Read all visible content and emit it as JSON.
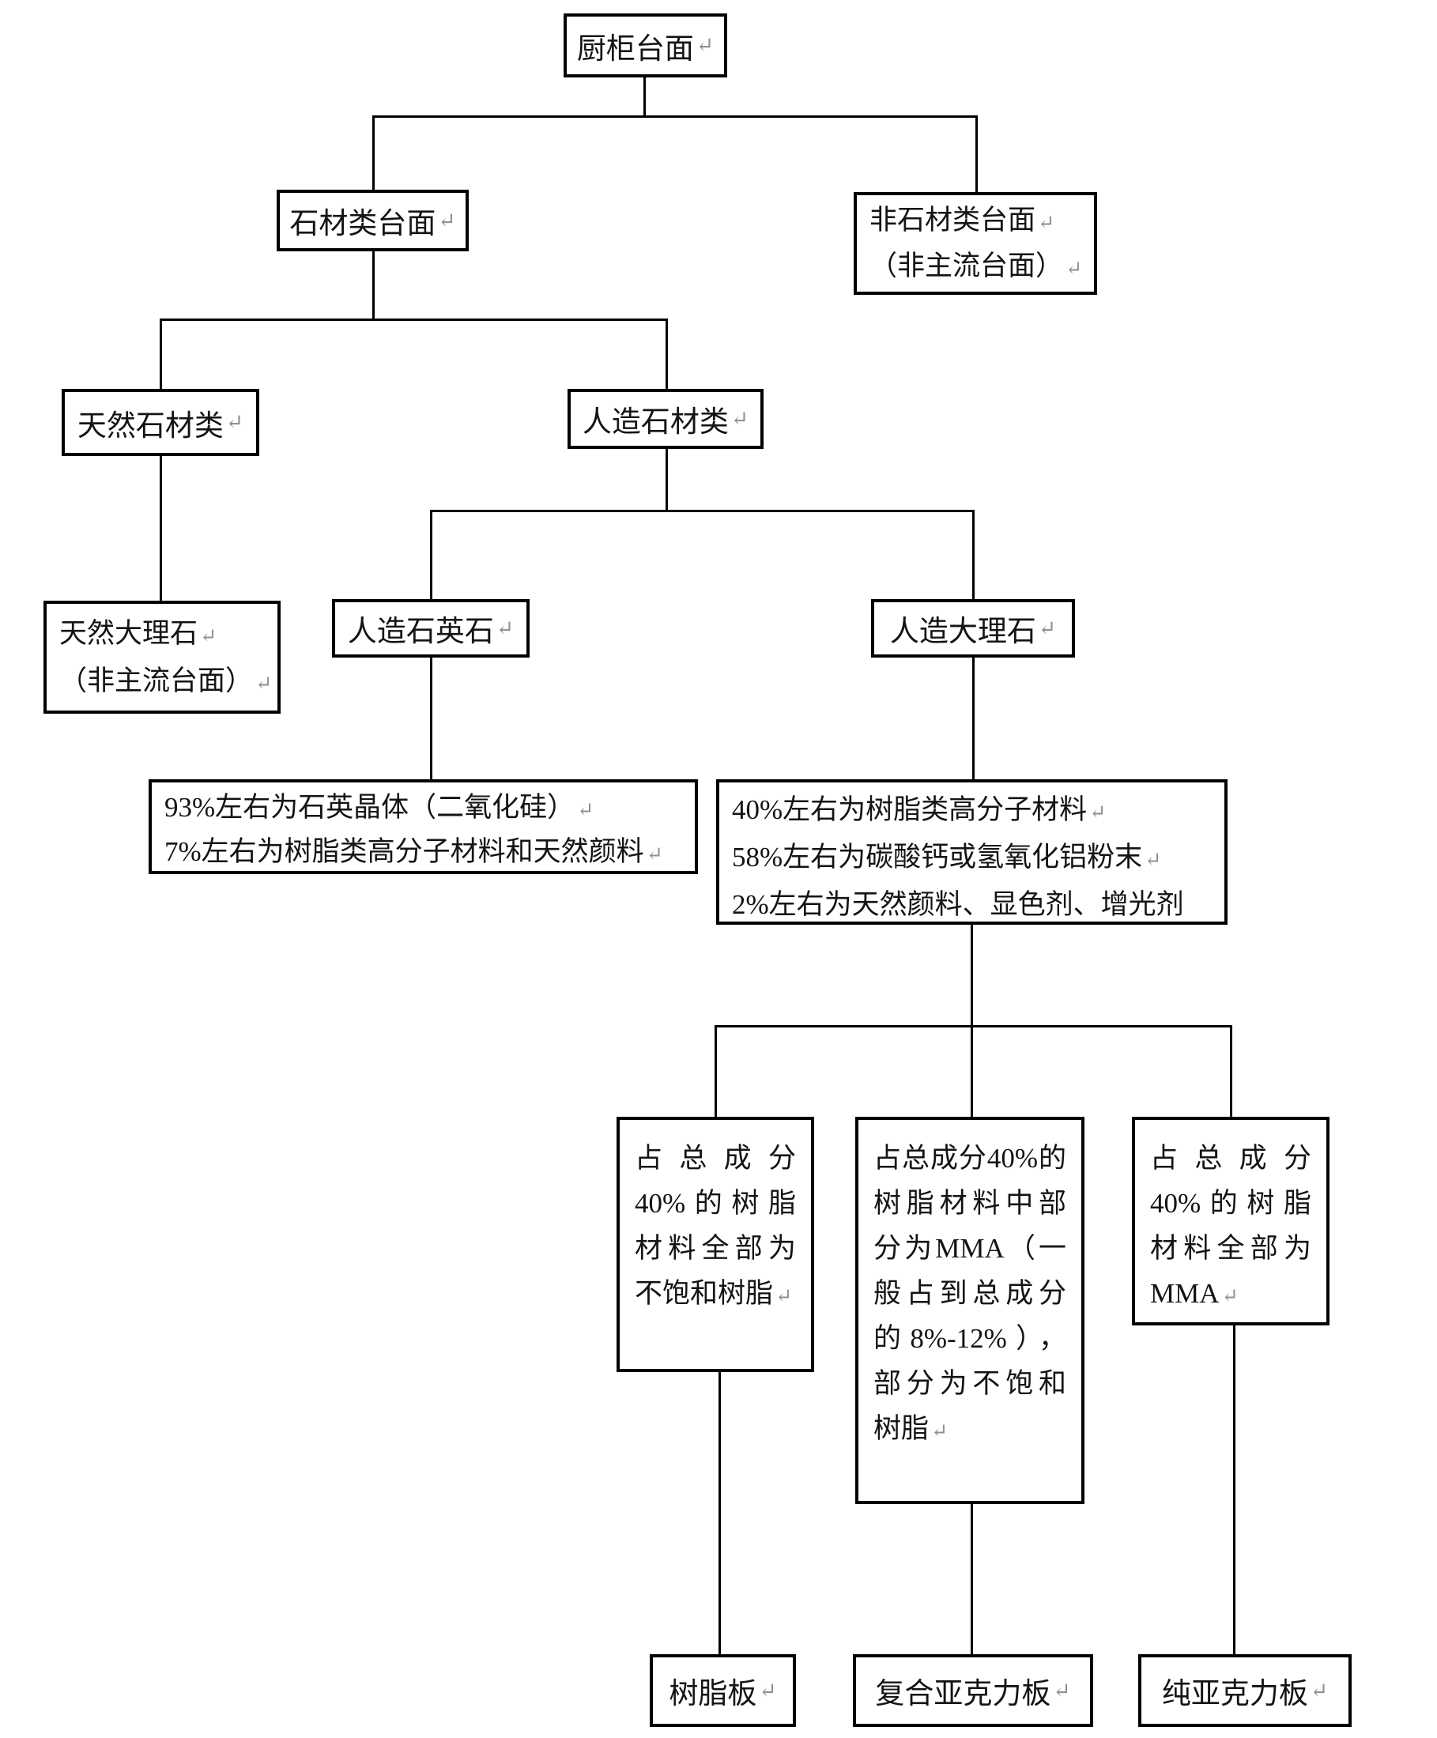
{
  "return_mark": "↵",
  "colors": {
    "border": "#000000",
    "text": "#141414",
    "background": "#ffffff",
    "return_mark": "#909090"
  },
  "nodes": {
    "root": {
      "label": "厨柜台面"
    },
    "stone": {
      "label": "石材类台面"
    },
    "non_stone": {
      "line1": "非石材类台面",
      "line2": "（非主流台面）"
    },
    "natural_stone": {
      "label": "天然石材类"
    },
    "artificial_stone": {
      "label": "人造石材类"
    },
    "natural_marble": {
      "line1": "天然大理石",
      "line2": "（非主流台面）"
    },
    "quartz": {
      "label": "人造石英石"
    },
    "artificial_marble": {
      "label": "人造大理石"
    },
    "quartz_composition": {
      "line1": "93%左右为石英晶体（二氧化硅）",
      "line2": "7%左右为树脂类高分子材料和天然颜料"
    },
    "marble_composition": {
      "line1": "40%左右为树脂类高分子材料",
      "line2": "58%左右为碳酸钙或氢氧化铝粉末",
      "line3": "2%左右为天然颜料、显色剂、增光剂"
    },
    "resin_detail": {
      "text": "占总成分40%的树脂材料全部为不饱和树脂"
    },
    "composite_detail": {
      "text": "占总成分40%的树脂材料中部分为MMA（一般占到总成分的8%-12%），部分为不饱和树脂"
    },
    "pure_detail": {
      "text": "占总成分40%的树脂材料全部为MMA"
    },
    "resin_board": {
      "label": "树脂板"
    },
    "composite_acrylic_board": {
      "label": "复合亚克力板"
    },
    "pure_acrylic_board": {
      "label": "纯亚克力板"
    }
  }
}
